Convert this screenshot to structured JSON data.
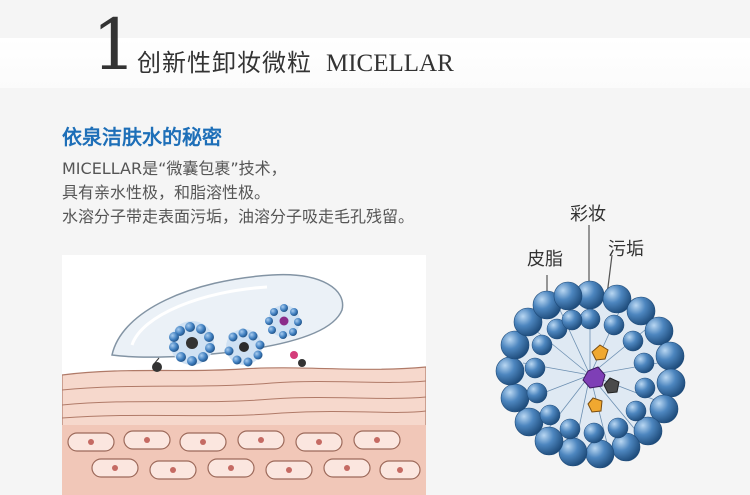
{
  "header": {
    "number": "1",
    "title_cn": "创新性卸妆微粒",
    "title_en": "MICELLAR"
  },
  "section": {
    "heading": "依泉洁肤水的秘密",
    "lines": [
      "MICELLAR是“微囊包裹”技术，",
      "具有亲水性极，和脂溶性极。",
      "水溶分子带走表面污垢，油溶分子吸走毛孔残留。"
    ]
  },
  "diagram": {
    "labels": {
      "makeup": "彩妆",
      "sebum": "皮脂",
      "dirt": "污垢"
    }
  },
  "colors": {
    "heading_blue": "#1e6fb8",
    "sphere_blue": "#3b78b0",
    "skin_pink": "#f1c7b8"
  }
}
